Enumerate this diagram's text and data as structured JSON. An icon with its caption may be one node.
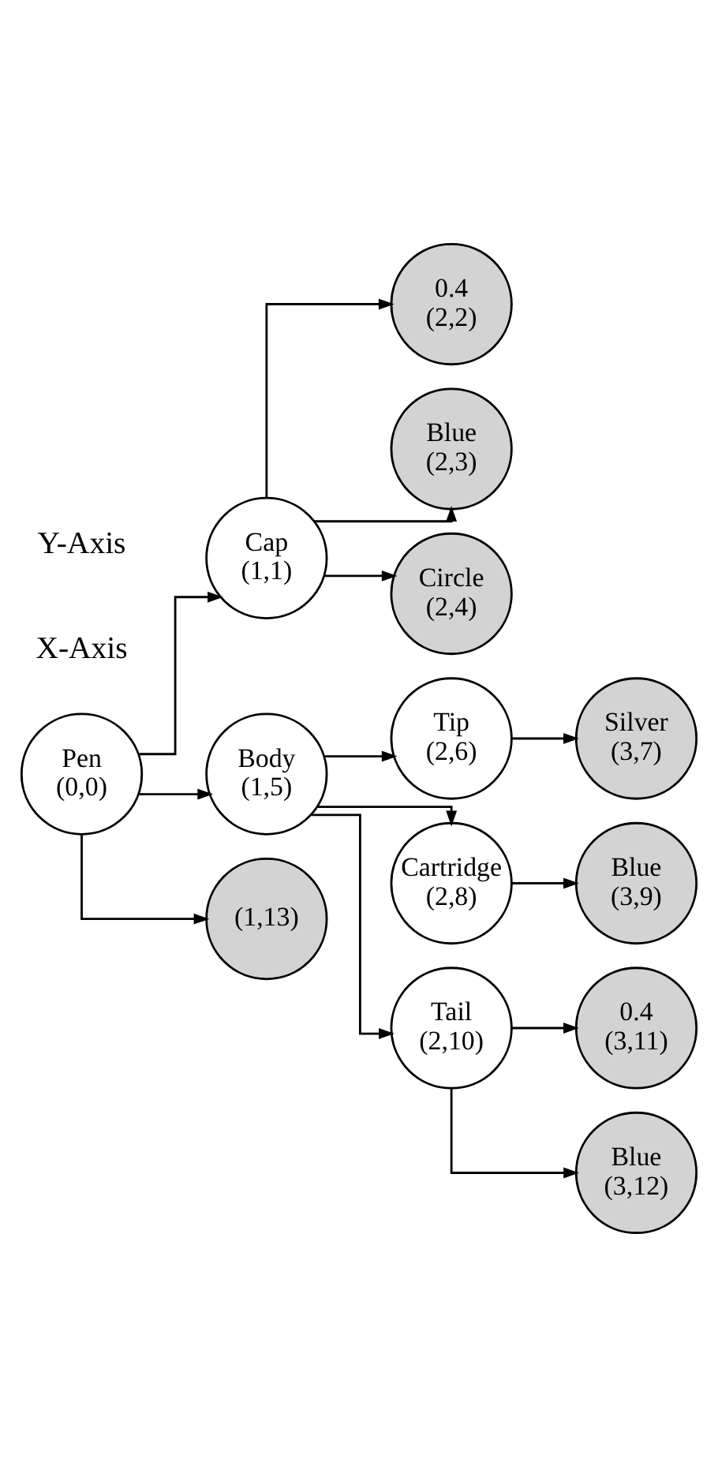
{
  "diagram": {
    "nodes": [
      {
        "text": [
          "Pen",
          "(0,0)"
        ]
      },
      {
        "text": [
          "Cap",
          "(1,1)"
        ]
      },
      {
        "text": [
          "0.4",
          "(2,2)"
        ]
      },
      {
        "text": [
          "Blue",
          "(2,3)"
        ]
      },
      {
        "text": [
          "Circle",
          "(2,4)"
        ]
      },
      {
        "text": [
          "Body",
          "(1,5)"
        ]
      },
      {
        "text": [
          "Tip",
          "(2,6)"
        ]
      },
      {
        "text": [
          "Silver",
          "(3,7)"
        ]
      },
      {
        "text": [
          "Cartridge",
          "(2,8)"
        ]
      },
      {
        "text": [
          "Blue",
          "(3,9)"
        ]
      },
      {
        "text": [
          "Tail",
          "(2,10)"
        ]
      },
      {
        "text": [
          "0.4",
          "(3,11)"
        ]
      },
      {
        "text": [
          "Blue",
          "(3,12)"
        ]
      },
      {
        "text": [
          "(1,13)"
        ]
      }
    ],
    "edges": [
      {
        "from": 0,
        "to": 1,
        "arrow": "to"
      },
      {
        "from": 1,
        "to": 2,
        "arrow": "to"
      },
      {
        "from": 1,
        "to": 3,
        "arrow": "to"
      },
      {
        "from": 1,
        "to": 4,
        "arrow": "to"
      },
      {
        "from": 0,
        "to": 5,
        "arrow": "to"
      },
      {
        "from": 5,
        "to": 6,
        "arrow": "to"
      },
      {
        "from": 6,
        "to": 7,
        "arrow": "to"
      },
      {
        "from": 5,
        "to": 8,
        "arrow": "to"
      },
      {
        "from": 8,
        "to": 9,
        "arrow": "to"
      },
      {
        "from": 5,
        "to": 10,
        "arrow": "to"
      },
      {
        "from": 10,
        "to": 11,
        "arrow": "to"
      },
      {
        "from": 10,
        "to": 12,
        "arrow": "to"
      },
      {
        "from": 0,
        "to": 13,
        "arrow": "to"
      }
    ],
    "labels": [
      "X-Axis",
      "Y-Axis"
    ]
  }
}
